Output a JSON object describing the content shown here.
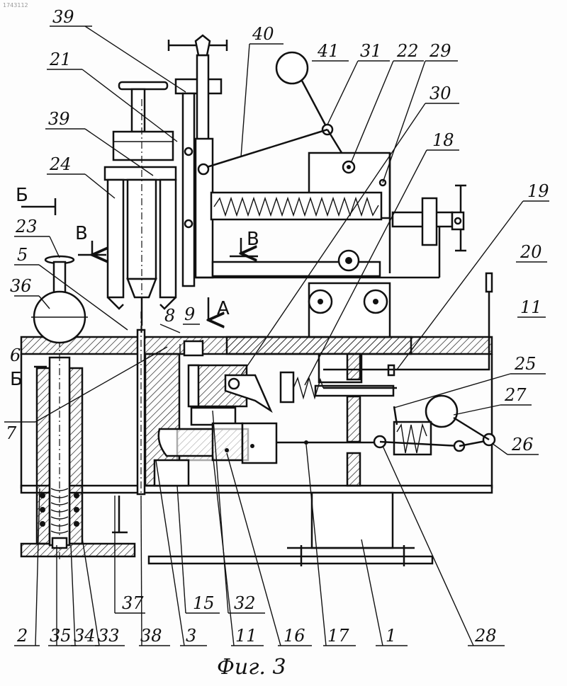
{
  "corner_mark": "1743112",
  "caption": "Фиг. 3",
  "section_marks": {
    "b": "Б",
    "v": "В",
    "a": "А"
  },
  "labels": {
    "n39_top": "39",
    "n40": "40",
    "n41": "41",
    "n31": "31",
    "n22": "22",
    "n29": "29",
    "n21": "21",
    "n30": "30",
    "n39_mid": "39",
    "n18": "18",
    "n24": "24",
    "n19": "19",
    "n23": "23",
    "n20": "20",
    "n5": "5",
    "n36": "36",
    "n8": "8",
    "n9": "9",
    "n11_right": "11",
    "n25": "25",
    "n6": "6",
    "n7": "7",
    "n27": "27",
    "n26": "26",
    "n37": "37",
    "n15": "15",
    "n32": "32",
    "n2": "2",
    "n35": "35",
    "n34": "34",
    "n33": "33",
    "n38": "38",
    "n3": "3",
    "n11_bottom": "11",
    "n16": "16",
    "n17": "17",
    "n1": "1",
    "n28": "28"
  }
}
